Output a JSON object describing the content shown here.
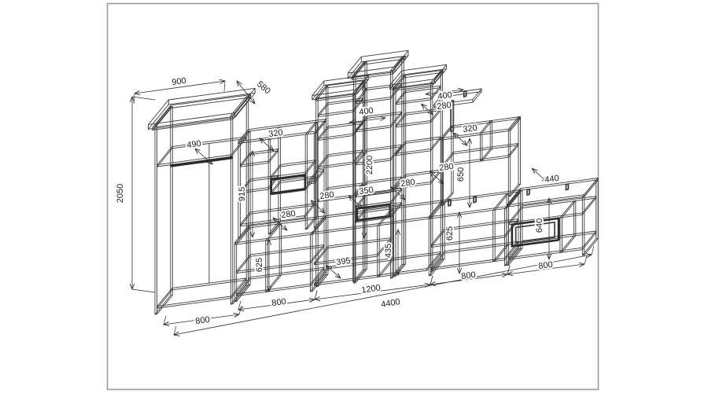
{
  "page": {
    "background": "#ffffff",
    "frame_color": "#9a9a9a",
    "line_color": "#3d3d3d",
    "dim_line_color": "#2e2e2e",
    "dark_color": "#2b2b2b"
  },
  "drawing": {
    "type": "furniture wall-unit isometric assembly drawing",
    "dims": {
      "wardrobe_top_width": "900",
      "wardrobe_top_depth": "580",
      "wardrobe_height": "2050",
      "wardrobe_shelf_depth": "490",
      "wardrobe_width": "800",
      "s2_top_depth": "320",
      "s2_shelf_height": "915",
      "s2_shelf_depth": "280",
      "s2_cabinet_height": "625",
      "s2_width": "800",
      "tower_width": "400",
      "tower_height": "2200",
      "tower_shelf_depth": "350",
      "left_tower_shelf_depth": "280",
      "right_tower_shelf_depth": "280",
      "s3_shelf_depth": "395",
      "s3_niche_height": "435",
      "s3_width": "1200",
      "wall_shelf_width": "400",
      "wall_shelf_depth": "280",
      "s4_top_depth": "320",
      "s4_shelf_depth": "280",
      "s4_upper_height": "650",
      "s4_cabinet_height": "625",
      "s4_width": "800",
      "tv_stand_depth": "440",
      "tv_stand_height": "640",
      "tv_stand_width": "800",
      "total_width": "4400"
    }
  }
}
